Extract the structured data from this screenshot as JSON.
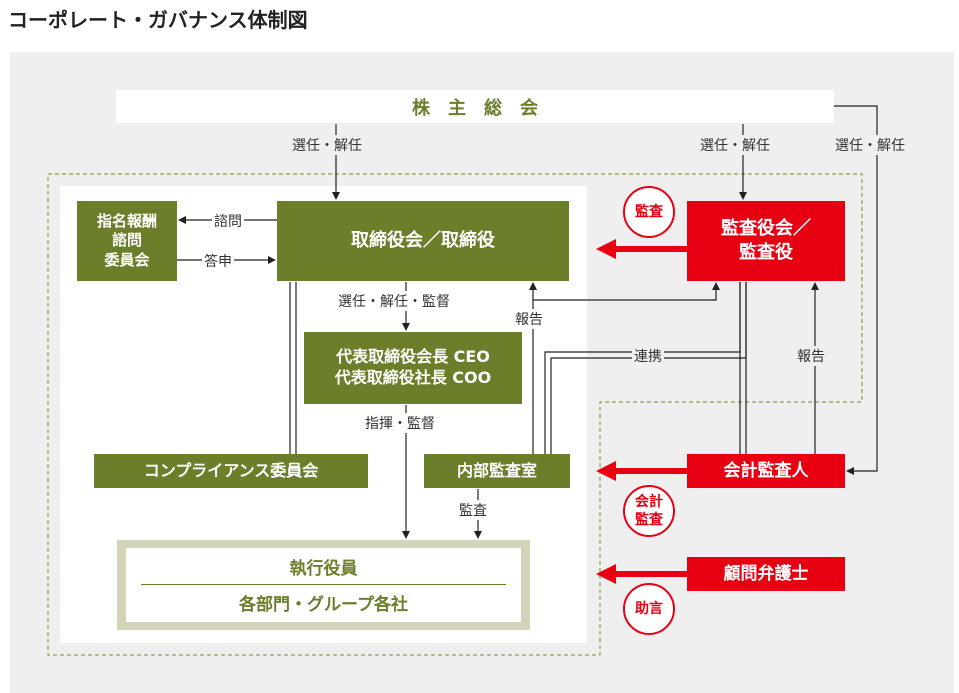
{
  "title": "コーポレート・ガバナンス体制図",
  "shareholders": "株　主　総　会",
  "board": "取締役会／取締役",
  "nomination_committee": [
    "指名報酬",
    "諮問",
    "委員会"
  ],
  "ceo": [
    "代表取締役会長 CEO",
    "代表取締役社長 COO"
  ],
  "compliance": "コンプライアンス委員会",
  "internal_audit": "内部監査室",
  "executives": "執行役員",
  "departments": "各部門・グループ各社",
  "auditors": [
    "監査役会／",
    "監査役"
  ],
  "accounting_auditor": "会計監査人",
  "legal_advisor": "顧問弁護士",
  "labels": {
    "elect_left": "選任・解任",
    "elect_mid": "選任・解任",
    "elect_right": "選任・解任",
    "consult": "諮問",
    "report_answer": "答申",
    "elect_supervise": "選任・解任・監督",
    "command": "指揮・監督",
    "audit_exec": "監査",
    "report_board": "報告",
    "cooperate": "連携",
    "report_auditor": "報告"
  },
  "circles": {
    "audit": "監査",
    "accounting_audit": [
      "会計",
      "監査"
    ],
    "advice": "助言"
  },
  "colors": {
    "olive": "#6b7e2a",
    "red": "#e60012",
    "panel": "#efefef",
    "exec_border": "#d3d3b8"
  }
}
